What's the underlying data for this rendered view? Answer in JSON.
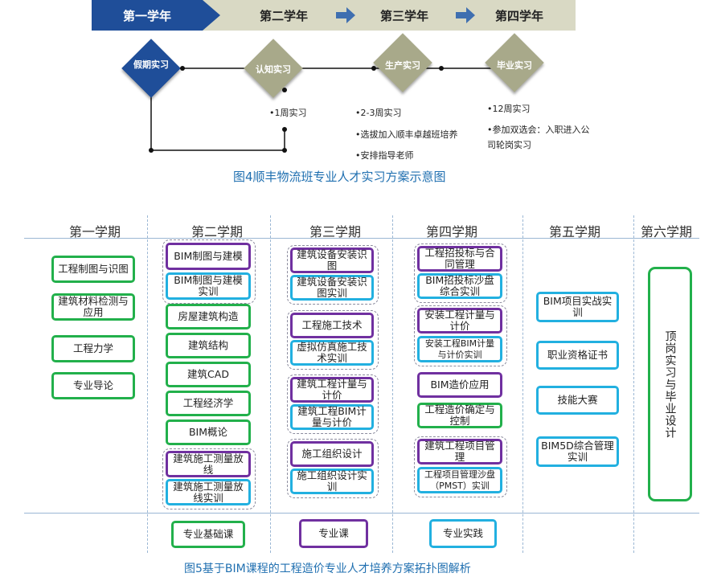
{
  "top": {
    "years": [
      "第一学年",
      "第二学年",
      "第三学年",
      "第四学年"
    ],
    "internships": [
      "假期实习",
      "认知实习",
      "生产实习",
      "毕业实习"
    ],
    "year2_notes": [
      "•1周实习"
    ],
    "year3_notes": [
      "•2-3周实习",
      "•选拔加入顺丰卓越班培养",
      "•安排指导老师"
    ],
    "year4_notes": [
      "•12周实习",
      "•参加双选会：入职进入公",
      "司轮岗实习"
    ],
    "caption": "图4顺丰物流班专业人才实习方案示意图"
  },
  "bottom": {
    "semesters": [
      "第一学期",
      "第二学期",
      "第三学期",
      "第四学期",
      "第五学期",
      "第六学期"
    ],
    "sem1": [
      "工程制图与识图",
      "建筑材料检测与应用",
      "工程力学",
      "专业导论"
    ],
    "sem2": [
      "BIM制图与建模",
      "BIM制图与建模实训",
      "房屋建筑构造",
      "建筑结构",
      "建筑CAD",
      "工程经济学",
      "BIM概论",
      "建筑施工测量放线",
      "建筑施工测量放线实训"
    ],
    "sem3": [
      "建筑设备安装识图",
      "建筑设备安装识图实训",
      "工程施工技术",
      "虚拟仿真施工技术实训",
      "建筑工程计量与计价",
      "建筑工程BIM计量与计价",
      "施工组织设计",
      "施工组织设计实训"
    ],
    "sem4": [
      "工程招投标与合同管理",
      "BIM招投标沙盘综合实训",
      "安装工程计量与计价",
      "安装工程BIM计量与计价实训",
      "BIM造价应用",
      "工程造价确定与控制",
      "建筑工程项目管理",
      "工程项目管理沙盘（PMST）实训"
    ],
    "sem5": [
      "BIM项目实战实训",
      "职业资格证书",
      "技能大赛",
      "BIM5D综合管理实训"
    ],
    "sem6": [
      "顶岗实习与毕业设计"
    ],
    "legend": [
      "专业基础课",
      "专业课",
      "专业实践"
    ],
    "caption": "图5基于BIM课程的工程造价专业人才培养方案拓扑图解析"
  },
  "colors": {
    "basic": "#22b04b",
    "major": "#7030a0",
    "practice": "#22b0e0",
    "accent": "#1f4e99",
    "diamond_blue": "#1f4e99",
    "diamond_olive": "#a8a98a"
  }
}
